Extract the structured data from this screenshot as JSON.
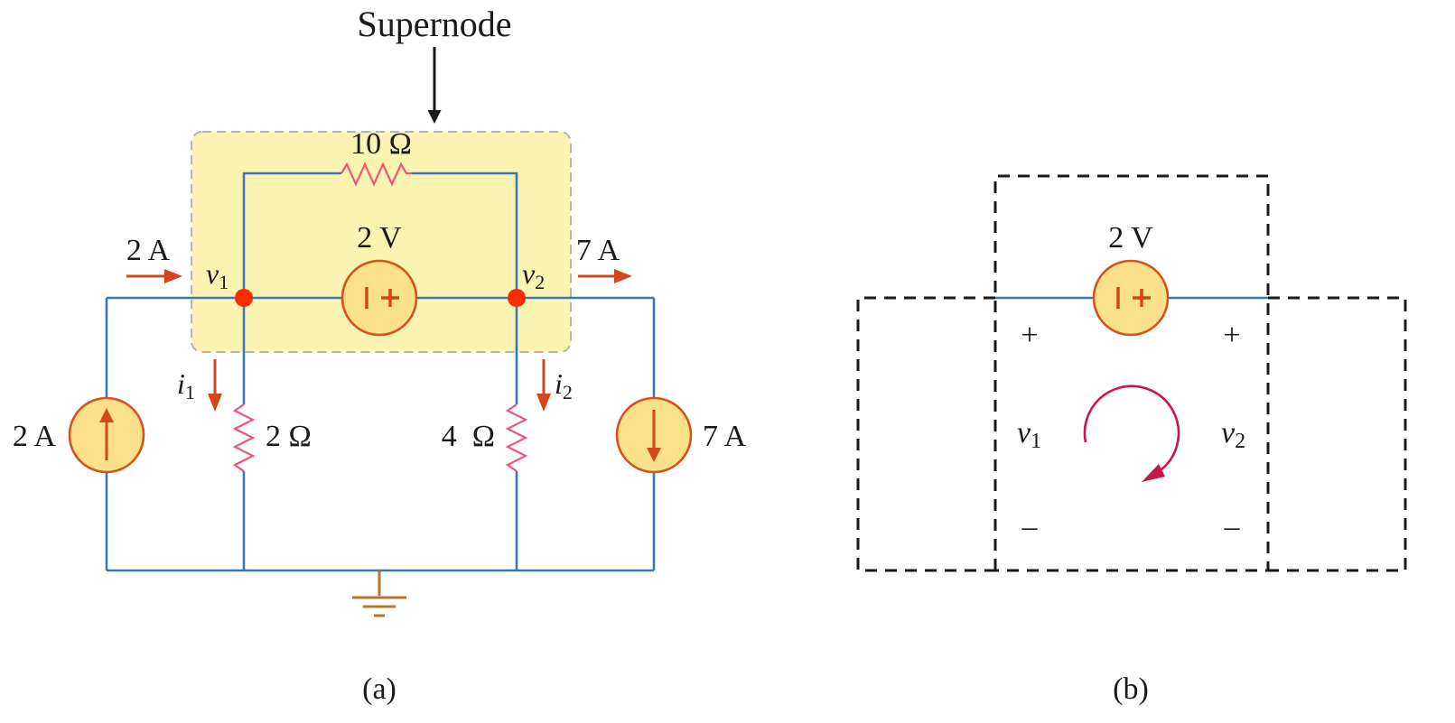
{
  "figure_a": {
    "caption": "(a)",
    "supernode_label": "Supernode",
    "resistor_top": "10 Ω",
    "voltage_source": "2 V",
    "source_left": "2 A",
    "source_right": "7 A",
    "current_in": "2 A",
    "current_out": "7 A",
    "node1_var": "v",
    "node1_sub": "1",
    "node2_var": "v",
    "node2_sub": "2",
    "resistor_left": "2 Ω",
    "resistor_right": "4  Ω",
    "branch1_var": "i",
    "branch1_sub": "1",
    "branch2_var": "i",
    "branch2_sub": "2"
  },
  "figure_b": {
    "caption": "(b)",
    "voltage_source": "2 V",
    "left_plus": "+",
    "right_plus": "+",
    "left_minus": "–",
    "right_minus": "–",
    "left_var": "v",
    "left_sub": "1",
    "right_var": "v",
    "right_sub": "2"
  },
  "colors": {
    "wire": "#3a78b4",
    "resistor": "#e8587a",
    "source_fill": "#fbe08c",
    "source_stroke": "#d4541e",
    "node_dot": "#ff2a00",
    "supernode_fill": "#fbf3b2",
    "loop_arrow": "#c8184a"
  }
}
